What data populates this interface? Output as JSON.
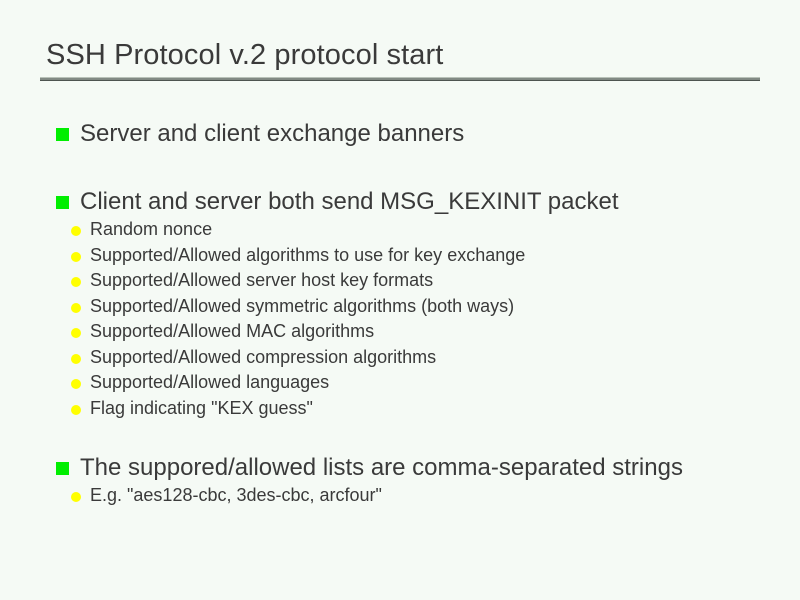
{
  "slide": {
    "title": "SSH Protocol v.2 protocol start",
    "colors": {
      "background": "#f5faf5",
      "text": "#3a3a3a",
      "bullet_level1": "#00ee00",
      "bullet_level2": "#ffff00",
      "rule": "#828a84"
    },
    "outline": [
      {
        "level": 1,
        "bullet": "green-square-bullet-icon",
        "text": "Server and client exchange banners"
      },
      {
        "level": 1,
        "bullet": "green-square-bullet-icon",
        "text": "Client and server both send MSG_KEXINIT packet"
      },
      {
        "level": 2,
        "bullet": "yellow-dot-bullet-icon",
        "text": "Random nonce"
      },
      {
        "level": 2,
        "bullet": "yellow-dot-bullet-icon",
        "text": "Supported/Allowed algorithms to use for key exchange"
      },
      {
        "level": 2,
        "bullet": "yellow-dot-bullet-icon",
        "text": "Supported/Allowed server host key formats"
      },
      {
        "level": 2,
        "bullet": "yellow-dot-bullet-icon",
        "text": "Supported/Allowed symmetric algorithms (both ways)"
      },
      {
        "level": 2,
        "bullet": "yellow-dot-bullet-icon",
        "text": "Supported/Allowed MAC algorithms"
      },
      {
        "level": 2,
        "bullet": "yellow-dot-bullet-icon",
        "text": "Supported/Allowed compression algorithms"
      },
      {
        "level": 2,
        "bullet": "yellow-dot-bullet-icon",
        "text": "Supported/Allowed languages"
      },
      {
        "level": 2,
        "bullet": "yellow-dot-bullet-icon",
        "text": "Flag indicating \"KEX guess\""
      },
      {
        "level": 1,
        "bullet": "green-square-bullet-icon",
        "text": "The suppored/allowed lists are comma-separated strings"
      },
      {
        "level": 2,
        "bullet": "yellow-dot-bullet-icon",
        "text": "E.g. \"aes128-cbc, 3des-cbc, arcfour\""
      }
    ]
  }
}
